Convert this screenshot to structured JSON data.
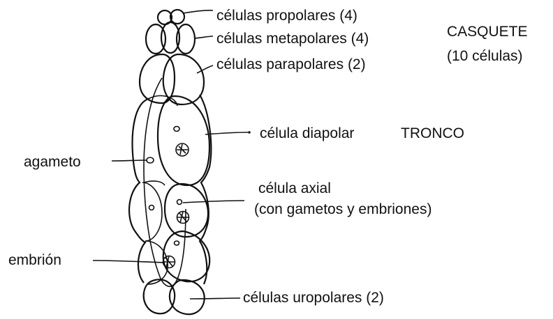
{
  "labels": {
    "propolares": "células propolares (4)",
    "metapolares": "células metapolares (4)",
    "parapolares": "células parapolares (2)",
    "casquete_title": "CASQUETE",
    "casquete_count": "(10 células)",
    "diapolar": "célula diapolar",
    "tronco": "TRONCO",
    "agameto": "agameto",
    "axial_line1": "célula axial",
    "axial_line2": "(con gametos y embriones)",
    "embrion": "embrión",
    "uropolares": "células uropolares (2)"
  }
}
